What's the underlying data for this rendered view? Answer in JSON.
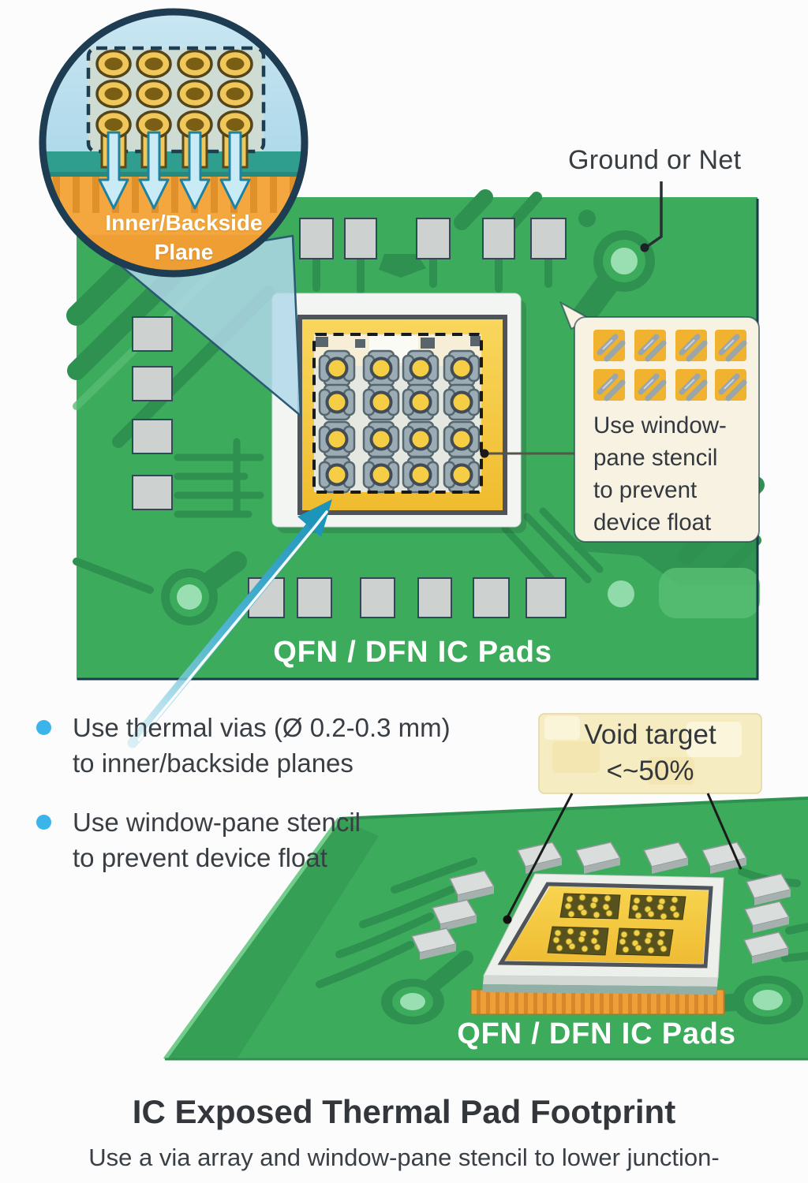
{
  "page": {
    "title": "IC Exposed Thermal Pad Footprint",
    "subtitle": "Use a via array and window-pane stencil to lower junction-"
  },
  "magnifier_inset": {
    "plane_label": "Inner/Backside\nPlane"
  },
  "top_board": {
    "board_label": "QFN / DFN IC Pads",
    "ground_net_label": "Ground or Net",
    "stencil_callout": "Use window-\npane stencil\nto prevent\ndevice float"
  },
  "notes": [
    "Use thermal vias (Ø 0.2-0.3 mm)\nto inner/backside planes",
    "Use window-pane stencil\nto prevent device float"
  ],
  "bottom_board": {
    "board_label": "QFN / DFN IC Pads",
    "void_callout": "Void target\n<~50%"
  },
  "colors": {
    "pcb_green": "#3CAB5C",
    "pcb_trace_dark": "#2E9150",
    "pcb_trace_light": "#57BD72",
    "pad_gray": "#CDD2D0",
    "thermal_pad_gold": "#F6C93E",
    "copper_orange": "#F4A73E",
    "inset_sky_blue": "#BDE0EE",
    "teal_band": "#2F9E8E",
    "bullet_blue": "#3BB5E9",
    "callout_cream": "#F8F2E2",
    "void_box_yellow": "#F6ECC2",
    "text_dark": "#3A3F45"
  }
}
